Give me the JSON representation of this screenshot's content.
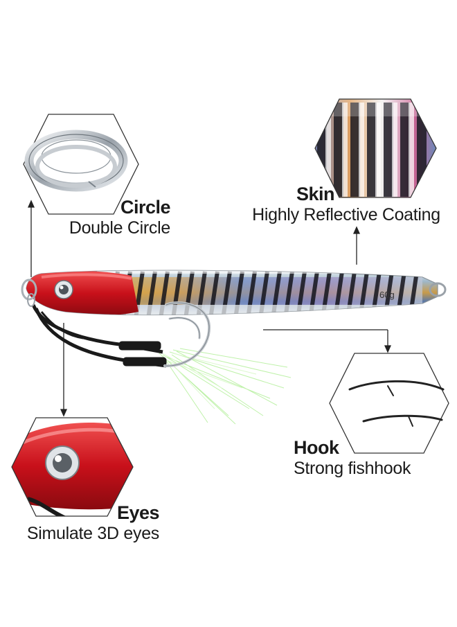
{
  "features": {
    "circle": {
      "title": "Circle",
      "subtitle": "Double Circle"
    },
    "skin": {
      "title": "Skin",
      "subtitle": "Highly Reflective Coating"
    },
    "hook": {
      "title": "Hook",
      "subtitle": "Strong fishhook"
    },
    "eyes": {
      "title": "Eyes",
      "subtitle": "Simulate 3D eyes"
    }
  },
  "lure": {
    "weight_mark": "60g"
  },
  "colors": {
    "head_red": "#d4141c",
    "line_black": "#1a1a1a",
    "hexagon_stroke": "#333333",
    "silver": "#c8cdd2",
    "tinsel_green": "#b8f0a0"
  },
  "icons": [
    "split-ring-icon",
    "holographic-skin-icon",
    "fishhook-icon",
    "lure-eye-icon"
  ]
}
